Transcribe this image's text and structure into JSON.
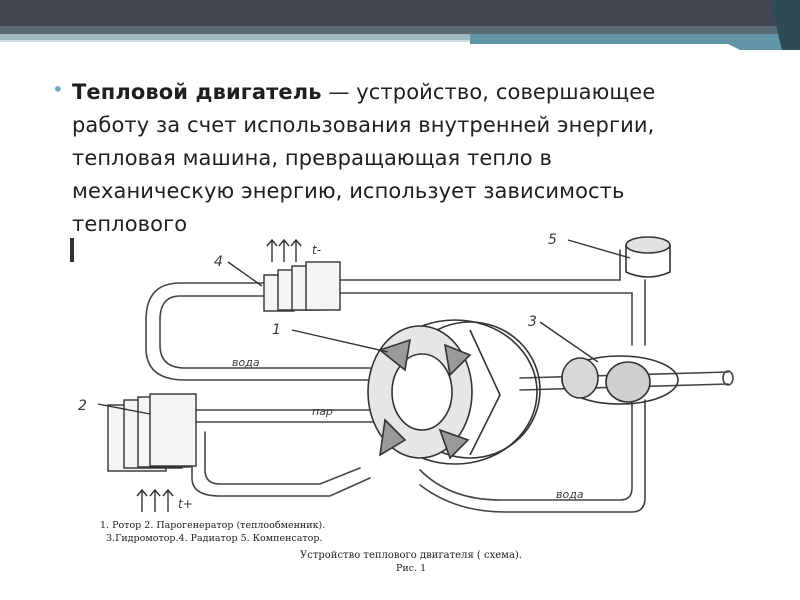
{
  "slide": {
    "bullet_title": "Тепловой двигатель",
    "bullet_body": " — устройство, совершающее работу за счет использования внутренней энергии, тепловая машина, превращающая тепло в механическую энергию, использует зависимость теплового"
  },
  "diagram": {
    "part_labels": [
      "1",
      "2",
      "3",
      "4",
      "5"
    ],
    "flow_labels": {
      "water_top": "вода",
      "steam": "пар",
      "water_bottom": "вода",
      "temp_minus": "t-",
      "temp_plus": "t+"
    },
    "legend_line1": "1.   Ротор 2. Парогенератор (теплообменник).",
    "legend_line2": "3.Гидромотор.4. Радиатор 5. Компенсатор.",
    "caption_line1": "Устройство теплового двигателя ( схема).",
    "caption_line2": "Рис. 1"
  },
  "colors": {
    "top_bar": "#42454f",
    "accent_stripe": "#5f95a6",
    "bullet": "#6fa8c4"
  }
}
